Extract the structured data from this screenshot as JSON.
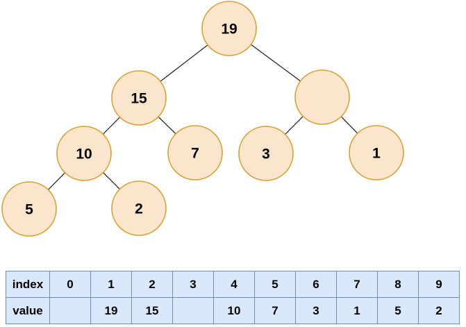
{
  "tree": {
    "nodes": [
      {
        "name": "root",
        "value": "19"
      },
      {
        "name": "left-child",
        "value": "15"
      },
      {
        "name": "right-child",
        "value": ""
      },
      {
        "name": "left-left",
        "value": "10"
      },
      {
        "name": "left-right",
        "value": "7"
      },
      {
        "name": "right-left",
        "value": "3"
      },
      {
        "name": "right-right",
        "value": "1"
      },
      {
        "name": "left-left-left",
        "value": "5"
      },
      {
        "name": "left-left-right",
        "value": "2"
      }
    ]
  },
  "table": {
    "rows": [
      {
        "label": "index",
        "cells": [
          "0",
          "1",
          "2",
          "3",
          "4",
          "5",
          "6",
          "7",
          "8",
          "9"
        ]
      },
      {
        "label": "value",
        "cells": [
          "",
          "19",
          "15",
          "",
          "10",
          "7",
          "3",
          "1",
          "5",
          "2"
        ]
      }
    ]
  },
  "colors": {
    "node_fill": "#FCE5CD",
    "node_stroke": "#D6A02F",
    "edge_stroke": "#1a1a1a",
    "table_fill": "#DAE8FC",
    "table_border": "#6C8EBF"
  }
}
